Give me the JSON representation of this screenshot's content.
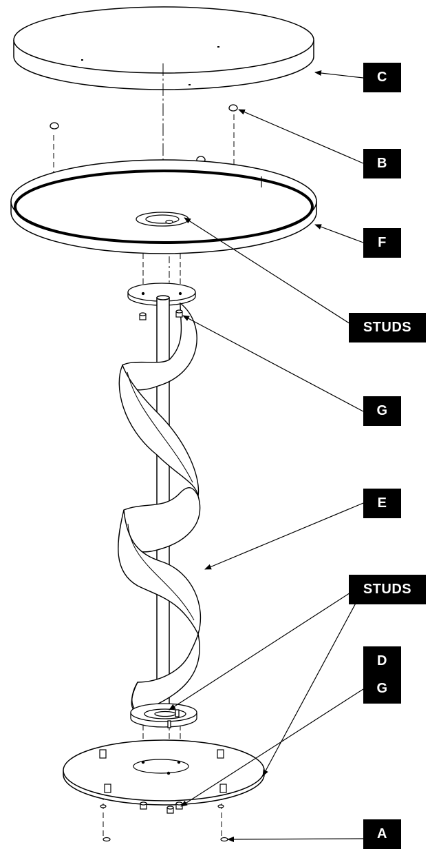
{
  "diagram": {
    "callouts": {
      "c": "C",
      "b": "B",
      "f": "F",
      "studs_top": "STUDS",
      "g_top": "G",
      "e": "E",
      "studs_bottom": "STUDS",
      "d": "D",
      "g_bottom": "G",
      "a": "A"
    },
    "colors": {
      "line": "#000000",
      "label_bg": "#111111",
      "label_text": "#ffffff",
      "part_fill": "#ffffff"
    }
  }
}
